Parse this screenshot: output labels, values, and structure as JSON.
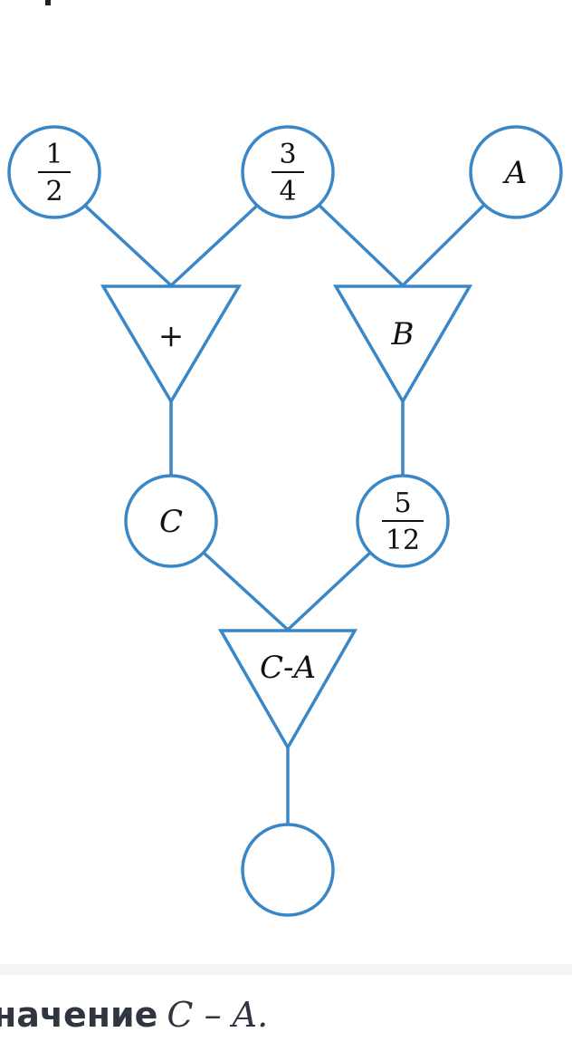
{
  "diagram": {
    "colors": {
      "stroke": "#3a87c8",
      "text": "#111111"
    },
    "nodes": {
      "in1": {
        "type": "circle",
        "num": "1",
        "den": "2"
      },
      "in2": {
        "type": "circle",
        "num": "3",
        "den": "4"
      },
      "in3": {
        "type": "circle",
        "label": "A"
      },
      "op1": {
        "type": "triangle",
        "label": "+"
      },
      "op2": {
        "type": "triangle",
        "label": "B"
      },
      "mid1": {
        "type": "circle",
        "label": "C"
      },
      "mid2": {
        "type": "circle",
        "num": "5",
        "den": "12"
      },
      "op3": {
        "type": "triangle",
        "label": "C-A"
      },
      "out": {
        "type": "circle",
        "label": ""
      }
    },
    "edges": [
      [
        "in1",
        "op1"
      ],
      [
        "in2",
        "op1"
      ],
      [
        "in2",
        "op2"
      ],
      [
        "in3",
        "op2"
      ],
      [
        "op1",
        "mid1"
      ],
      [
        "op2",
        "mid2"
      ],
      [
        "mid1",
        "op3"
      ],
      [
        "mid2",
        "op3"
      ],
      [
        "op3",
        "out"
      ]
    ]
  },
  "caption": {
    "word": "начение",
    "expr": "C – A."
  }
}
